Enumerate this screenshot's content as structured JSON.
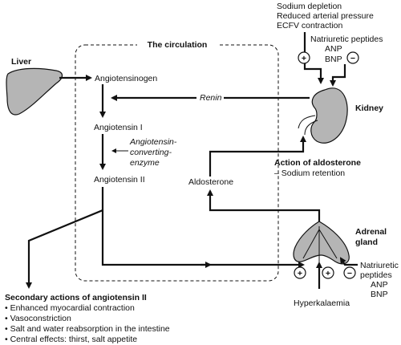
{
  "circulation": {
    "title": "The circulation"
  },
  "liver": {
    "label": "Liver"
  },
  "kidney": {
    "label": "Kidney"
  },
  "adrenal": {
    "label_line1": "Adrenal",
    "label_line2": "gland"
  },
  "cascade": {
    "angiotensinogen": "Angiotensinogen",
    "renin": "Renin",
    "angiotensin_i": "Angiotensin I",
    "ace": [
      "Angiotensin-",
      "converting-",
      "enzyme"
    ],
    "angiotensin_ii": "Angiotensin II",
    "aldosterone": "Aldosterone"
  },
  "kidney_stimuli": {
    "positive": [
      "Sodium depletion",
      "Reduced arterial pressure",
      "ECFV contraction"
    ],
    "negative": [
      "Natriuretic peptides",
      "ANP",
      "BNP"
    ]
  },
  "aldosterone_action": {
    "title": "Action of aldosterone",
    "effect": "– Sodium retention"
  },
  "adrenal_stimuli": {
    "positive": "Hyperkalaemia",
    "negative": [
      "Natriuretic",
      "peptides",
      "ANP",
      "BNP"
    ]
  },
  "signs": {
    "plus": "+",
    "minus": "−"
  },
  "secondary_actions": {
    "title": "Secondary actions of angiotensin II",
    "items": [
      "• Enhanced myocardial contraction",
      "• Vasoconstriction",
      "• Salt and water reabsorption in the intestine",
      "• Central effects: thirst, salt appetite"
    ]
  }
}
